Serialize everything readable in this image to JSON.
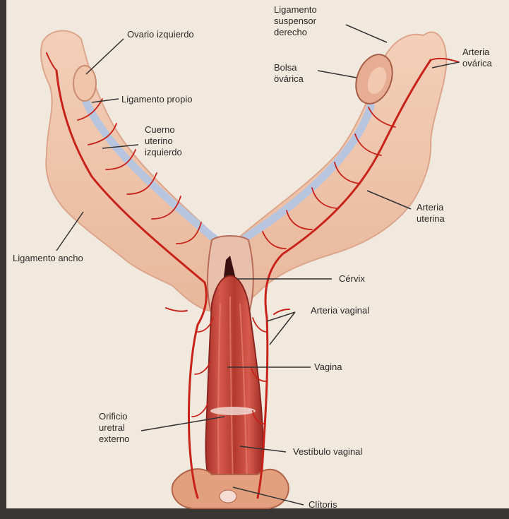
{
  "labels": {
    "ovario_izquierdo": "Ovario izquierdo",
    "ligamento_suspensor_derecho": "Ligamento\nsuspensor\nderecho",
    "arteria_ovarica": "Arteria\novárica",
    "bolsa_ovarica": "Bolsa\növárica",
    "ligamento_propio": "Ligamento propio",
    "cuerno_uterino_izquierdo": "Cuerno\nuterino\nizquierdo",
    "arteria_uterina": "Arteria\nuterina",
    "ligamento_ancho": "Ligamento ancho",
    "cervix": "Cérvix",
    "arteria_vaginal": "Arteria vaginal",
    "vagina": "Vagina",
    "orificio_uretral_externo": "Orificio\nuretral\nexterno",
    "vestibulo_vaginal": "Vestíbulo vaginal",
    "clitoris": "Clítoris"
  },
  "colors": {
    "page_background": "#f1e8de",
    "ligament": "#efc7b0",
    "ligament_edge": "#dca68c",
    "uterine_lumen": "#b8c5df",
    "vaginal_wall": "#c4453a",
    "artery": "#c8231b",
    "leader_line": "#333333",
    "frame": "#3a3634"
  }
}
